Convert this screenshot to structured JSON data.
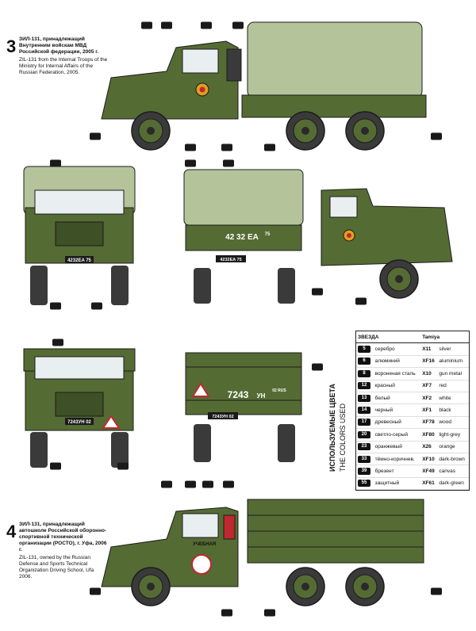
{
  "version1": {
    "number": "3",
    "caption_ru": "ЗИЛ-131, принадлежащий Внутренним войскам МВД Российской федерации, 2005 г.",
    "caption_en": "ZIL-131 from the Internal Troops of the Ministry for Internal Affairs of the Russian Federation, 2005."
  },
  "version2": {
    "number": "4",
    "caption_ru": "ЗИЛ-131, принадлежащий автошколе Российской оборонно-спортивной технической организации (РОСТО), г. Уфа, 2006 г.",
    "caption_en": "ZIL-131, owned by the Russian Defense and Sports Technical Organization Driving School, Ufa 2006."
  },
  "plates": {
    "rear_v1": "42 32 EA",
    "rear_v1_region": "75",
    "front_v1": "4232EA 75",
    "rear_small_v1": "4232EA 75",
    "rear_v2": "7243",
    "rear_v2_letters": "УН",
    "rear_v2_region": "02 RUS",
    "front_v2": "7243УН 02",
    "rear_small_v2": "7243УН 02",
    "school_text": "УЧЕБНАЯ"
  },
  "colors_table": {
    "title_ru": "ИСПОЛЬЗУЕМЫЕ ЦВЕТА",
    "title_en": "THE COLORS USED",
    "header_zvezda": "ЗВЕЗДА",
    "header_tamiya": "Tamiya",
    "rows": [
      {
        "code": "5",
        "ru": "серебро",
        "tcode": "X11",
        "en": "silver"
      },
      {
        "code": "6",
        "ru": "алюминий",
        "tcode": "XF16",
        "en": "aluminium"
      },
      {
        "code": "8",
        "ru": "вороненая сталь",
        "tcode": "X10",
        "en": "gun metal"
      },
      {
        "code": "12",
        "ru": "красный",
        "tcode": "XF7",
        "en": "red"
      },
      {
        "code": "13",
        "ru": "белый",
        "tcode": "XF2",
        "en": "white"
      },
      {
        "code": "14",
        "ru": "черный",
        "tcode": "XF1",
        "en": "black"
      },
      {
        "code": "17",
        "ru": "древесный",
        "tcode": "XF78",
        "en": "wood"
      },
      {
        "code": "20",
        "ru": "светло-серый",
        "tcode": "XF80",
        "en": "light-grey"
      },
      {
        "code": "23",
        "ru": "оранжевый",
        "tcode": "X26",
        "en": "orange"
      },
      {
        "code": "33",
        "ru": "тёмно-коричнев.",
        "tcode": "XF10",
        "en": "dark-brown"
      },
      {
        "code": "39",
        "ru": "брезент",
        "tcode": "XF49",
        "en": "canvas"
      },
      {
        "code": "55",
        "ru": "защитный",
        "tcode": "XF61",
        "en": "dark-green"
      }
    ]
  },
  "colors": {
    "body": "#556b34",
    "tarp": "#b4c39a",
    "tire": "#3a3a3a",
    "outline": "#1c1c1c"
  }
}
